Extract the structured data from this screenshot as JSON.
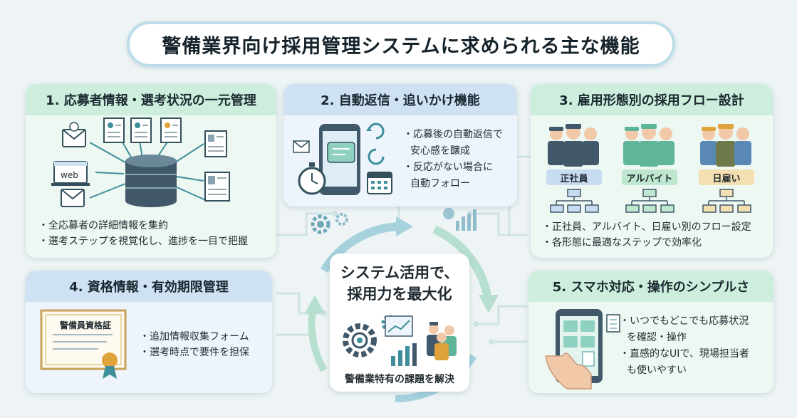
{
  "title": "警備業界向け採用管理システムに求められる主な機能",
  "cards": [
    {
      "heading": "1. 応募者情報・選考状況の一元管理",
      "web_label": "web",
      "bullets": [
        "・全応募者の詳細情報を集約",
        "・選考ステップを視覚化し、進捗を一目で把握"
      ]
    },
    {
      "heading": "2. 自動返信・追いかけ機能",
      "bullets": [
        "・応募後の自動返信で",
        "安心感を醸成",
        "・反応がない場合に",
        "自動フォロー"
      ]
    },
    {
      "heading": "3. 雇用形態別の採用フロー設計",
      "tags": [
        "正社員",
        "アルバイト",
        "日雇い"
      ],
      "bullets": [
        "・正社員、アルバイト、日雇い別のフロー設定",
        "・各形態に最適なステップで効率化"
      ]
    },
    {
      "heading": "4. 資格情報・有効期限管理",
      "certificate_label": "警備員資格証",
      "bullets": [
        "・追加情報収集フォーム",
        "・選考時点で要件を担保"
      ]
    },
    {
      "heading": "5. スマホ対応・操作のシンプルさ",
      "bullets": [
        "・いつでもどこでも応募状況",
        "を確認・操作",
        "・直感的なUIで、現場担当者",
        "も使いやすい"
      ]
    }
  ],
  "center": {
    "title_line1": "システム活用で、",
    "title_line2": "採用力を最大化",
    "subtitle": "警備業特有の課題を解決"
  },
  "colors": {
    "green_header": "#cdeedc",
    "blue_header": "#cfe2f4",
    "accent_teal": "#3e8f9b",
    "tag_green": "#bfe7cf",
    "tag_blue": "#c7dcf1",
    "tag_orange": "#f4dfb0"
  },
  "icons": [
    "email-icon",
    "web-icon",
    "database-icon",
    "resume-icon",
    "smartphone-icon",
    "chat-icon",
    "refresh-icon",
    "stopwatch-icon",
    "calendar-icon",
    "workers-icon",
    "flowchart-icon",
    "certificate-icon",
    "gear-icon",
    "chart-icon",
    "phone-hand-icon"
  ]
}
